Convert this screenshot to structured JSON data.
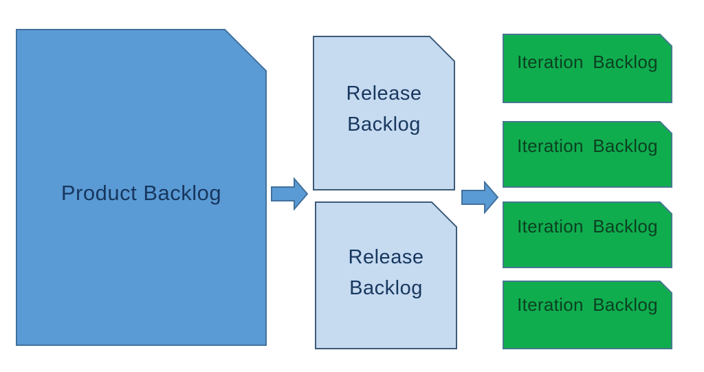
{
  "canvas": {
    "background": "#ffffff"
  },
  "nodes": {
    "product": {
      "label": "Product Backlog",
      "fill": "#5b9bd5",
      "border": "#41719c",
      "text_color": "#17375e"
    },
    "releases": [
      {
        "line1": "Release",
        "line2": "Backlog"
      },
      {
        "line1": "Release",
        "line2": "Backlog"
      }
    ],
    "release_style": {
      "fill": "#c6daf0",
      "border": "#3c5a77",
      "text_color": "#17375e"
    },
    "iterations": [
      {
        "label": "Iteration Backlog"
      },
      {
        "label": "Iteration Backlog"
      },
      {
        "label": "Iteration Backlog"
      },
      {
        "label": "Iteration Backlog"
      }
    ],
    "iteration_style": {
      "fill": "#10ad4f",
      "border": "#45788e",
      "text_color": "#0b4121"
    }
  },
  "arrows": {
    "fill": "#5b9bd5",
    "border": "#41719c"
  }
}
